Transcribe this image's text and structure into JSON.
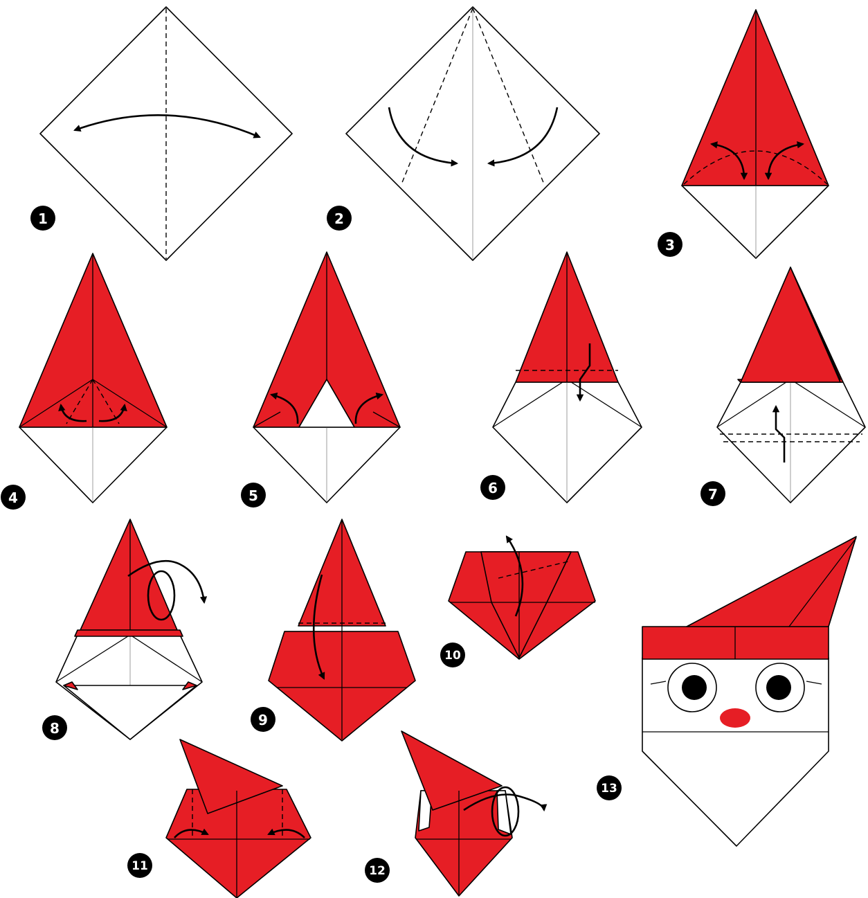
{
  "steps": [
    {
      "label": "1"
    },
    {
      "label": "2"
    },
    {
      "label": "3"
    },
    {
      "label": "4"
    },
    {
      "label": "5"
    },
    {
      "label": "6"
    },
    {
      "label": "7"
    },
    {
      "label": "8"
    },
    {
      "label": "9"
    },
    {
      "label": "10"
    },
    {
      "label": "11"
    },
    {
      "label": "12"
    },
    {
      "label": "13"
    }
  ],
  "colors": {
    "paper_red": "#e61e25",
    "paper_white": "#ffffff",
    "line": "#000000",
    "crease_center": "#b8b8b8"
  },
  "icons": [
    "valley-fold-arrow",
    "turn-over-icon",
    "pleat-fold-arrow"
  ]
}
